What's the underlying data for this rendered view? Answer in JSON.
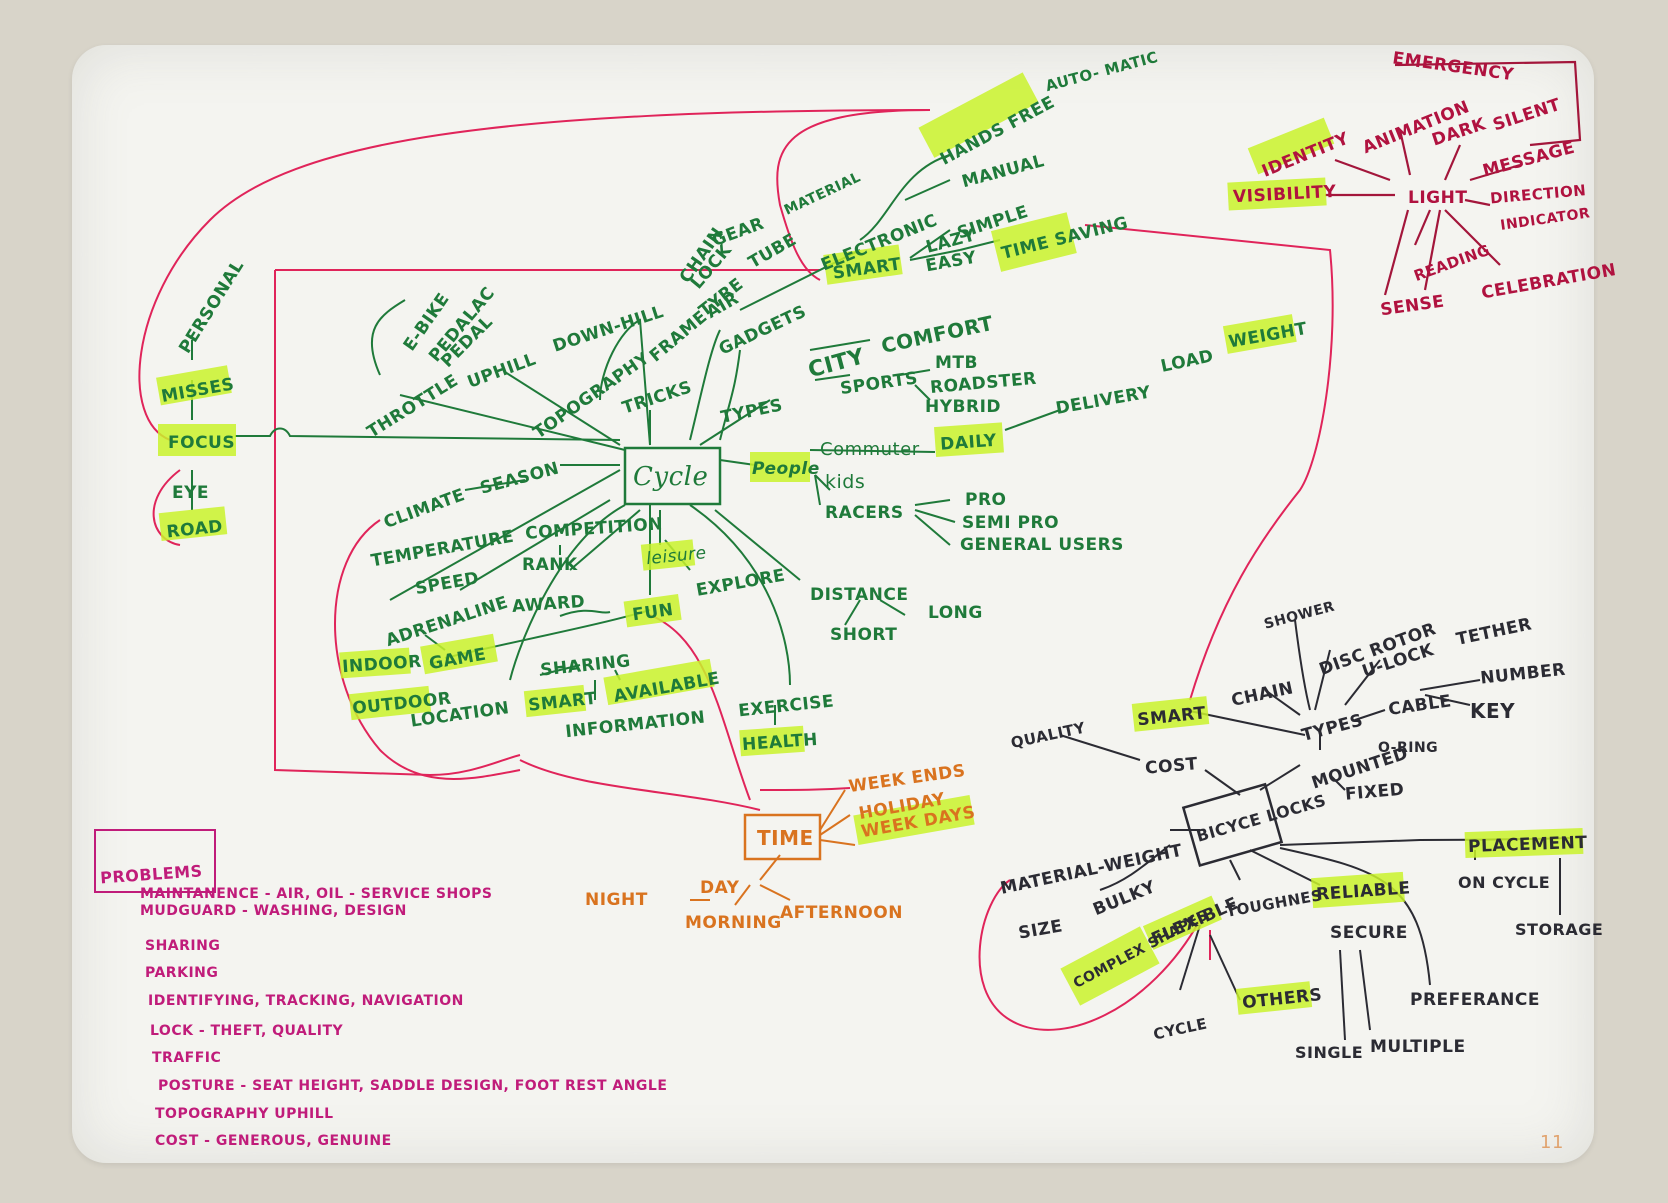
{
  "map": {
    "center": "Cycle",
    "focus": {
      "focus": "FOCUS",
      "misses": "MISSES",
      "personal": "PERSONAL",
      "eye": "EYE",
      "road": "ROAD"
    },
    "cycle_branches": {
      "e_bike": "E-BIKE",
      "pedalac": "PEDALAC",
      "pedal": "PEDAL",
      "throttle": "THROTTLE",
      "uphill": "UPHILL",
      "downhill": "DOWN-HILL",
      "topography": "TOPOGRAPHY",
      "tricks": "TRICKS",
      "chain": "CHAIN",
      "lock": "LOCK",
      "frame": "FRAME",
      "gear": "GEAR",
      "material": "MATERIAL",
      "tyre": "TYRE",
      "tube": "TUBE",
      "air": "AIR",
      "gadgets": "GADGETS",
      "electronic": "ELECTRONIC",
      "smart": "SMART",
      "hands_free": "HANDS FREE",
      "automatic": "AUTO- MATIC",
      "manual": "MANUAL",
      "simple": "SIMPLE",
      "lazy": "LAZY",
      "easy": "EASY",
      "time_saving": "TIME SAVING",
      "types": "TYPES",
      "city": "CITY",
      "comfort": "COMFORT",
      "sports": "SPORTS",
      "mtb": "MTB",
      "roadster": "ROADSTER",
      "hybrid": "HYBRID",
      "people": "People",
      "commuter": "Commuter",
      "daily": "DAILY",
      "delivery": "DELIVERY",
      "load": "LOAD",
      "weight": "WEIGHT",
      "kids": "kids",
      "racers": "RACERS",
      "pro": "PRO",
      "semi_pro": "SEMI PRO",
      "general_users": "GENERAL USERS",
      "distance": "DISTANCE",
      "short": "SHORT",
      "long": "LONG",
      "exercise": "EXERCISE",
      "health": "HEALTH",
      "leisure": "leisure",
      "explore": "EXPLORE",
      "fun": "FUN",
      "game": "GAME",
      "indoor": "INDOOR",
      "outdoor": "OUTDOOR",
      "competition": "COMPETITION",
      "rank": "RANK",
      "award": "AWARD",
      "speed": "SPEED",
      "adrenaline": "ADRENALINE",
      "climate": "CLIMATE",
      "season": "SEASON",
      "temperature": "TEMPERATURE",
      "sharing": "SHARING",
      "location": "LOCATION",
      "smart2": "SMART",
      "available": "AVAILABLE",
      "information": "INFORMATION"
    },
    "time": {
      "time": "TIME",
      "weekends": "WEEK ENDS",
      "holiday": "HOLIDAY",
      "weekdays": "WEEK DAYS",
      "night": "NIGHT",
      "day": "DAY",
      "morning": "MORNING",
      "afternoon": "AFTERNOON"
    },
    "light": {
      "light": "LIGHT",
      "emergency": "EMERGENCY",
      "identity": "IDENTITY",
      "animation": "ANIMATION",
      "dark": "DARK",
      "silent": "SILENT",
      "message": "MESSAGE",
      "visibility": "VISIBILITY",
      "direction": "DIRECTION",
      "indicator": "INDICATOR",
      "reading": "READING",
      "sense": "SENSE",
      "celebration": "CELEBRATION"
    },
    "locks": {
      "center": "BICYCE LOCKS",
      "smart": "SMART",
      "chain": "CHAIN",
      "shower": "SHOWER",
      "disc_rotor": "DISC ROTOR",
      "u_lock": "U-LOCK",
      "tether": "TETHER",
      "types": "TYPES",
      "cable": "CABLE",
      "number": "NUMBER",
      "key": "KEY",
      "mounted": "MOUNTED",
      "o_ring": "O-RING",
      "fixed": "FIXED",
      "quality": "QUALITY",
      "cost": "COST",
      "material_weight": "MATERIAL-WEIGHT",
      "size": "SIZE",
      "bulky": "BULKY",
      "flexible": "FLEXIBLE",
      "complex_shapes": "COMPLEX SHAPES",
      "toughness": "TOUGHNES",
      "reliable": "RELIABLE",
      "secure": "SECURE",
      "single": "SINGLE",
      "multiple": "MULTIPLE",
      "others": "OTHERS",
      "cycle": "CYCLE",
      "preferance": "PREFERANCE",
      "placement": "PLACEMENT",
      "on_cycle": "ON CYCLE",
      "storage": "STORAGE"
    },
    "problems": {
      "title": "PROBLEMS",
      "items": [
        "MAINTANENCE - AIR, OIL - SERVICE SHOPS",
        "MUDGUARD - WASHING, DESIGN",
        "SHARING",
        "PARKING",
        "IDENTIFYING, TRACKING, NAVIGATION",
        "LOCK - THEFT, QUALITY",
        "TRAFFIC",
        "POSTURE - SEAT HEIGHT, SADDLE DESIGN, FOOT REST ANGLE",
        "TOPOGRAPHY UPHILL",
        "COST - GENEROUS, GENUINE"
      ]
    },
    "page_number": "11"
  },
  "colors": {
    "green_ink": "#1f7a3a",
    "red_ink": "#e0245a",
    "dark_red_ink": "#a3163b",
    "orange_ink": "#d9731f",
    "black_ink": "#2b2b33",
    "magenta_ink": "#c01c7a",
    "highlighter": "#c9f22c",
    "paper": "#f4f4f0",
    "background": "#d8d4c9"
  }
}
